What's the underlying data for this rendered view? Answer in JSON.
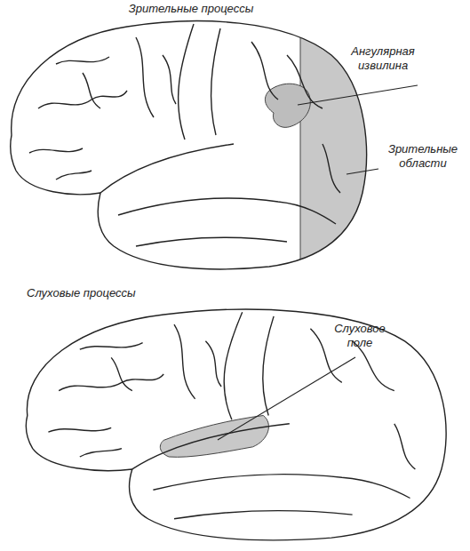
{
  "diagram": {
    "labels": [
      "Зрительные процессы",
      "Ангулярная извилина",
      "Зрительные области",
      "Слуховые процессы",
      "Слуховое поле"
    ]
  }
}
